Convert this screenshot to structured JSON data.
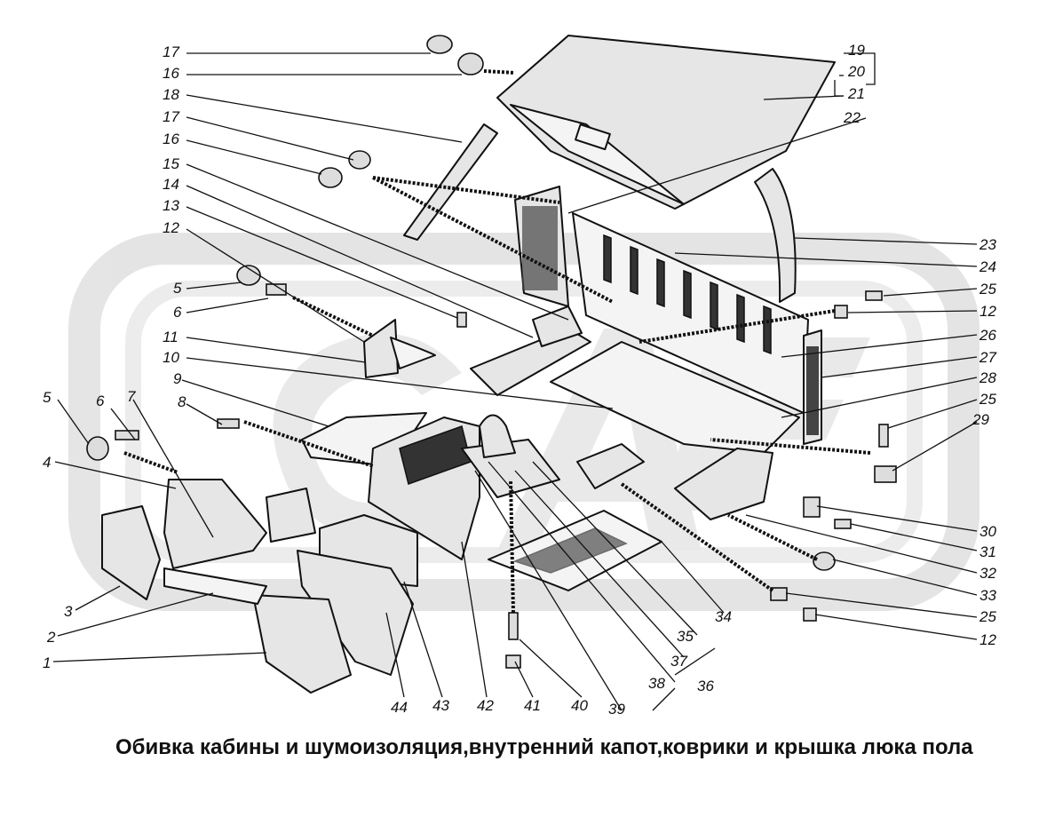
{
  "caption": "Обивка кабины и шумоизоляция,внутренний капот,коврики и крышка люка пола",
  "watermark": "GAZ",
  "callouts": {
    "n1": "1",
    "n2": "2",
    "n3": "3",
    "n4": "4",
    "n5a": "5",
    "n5b": "5",
    "n6a": "6",
    "n6b": "6",
    "n7": "7",
    "n8": "8",
    "n9": "9",
    "n10": "10",
    "n11": "11",
    "n12a": "12",
    "n12b": "12",
    "n12c": "12",
    "n13": "13",
    "n14": "14",
    "n15": "15",
    "n16a": "16",
    "n16b": "16",
    "n17a": "17",
    "n17b": "17",
    "n18": "18",
    "n19": "19",
    "n20": "20",
    "n21": "21",
    "n22": "22",
    "n23": "23",
    "n24": "24",
    "n25a": "25",
    "n25b": "25",
    "n25c": "25",
    "n26": "26",
    "n27": "27",
    "n28": "28",
    "n29": "29",
    "n30": "30",
    "n31": "31",
    "n32": "32",
    "n33": "33",
    "n34": "34",
    "n35": "35",
    "n36": "36",
    "n37": "37",
    "n38": "38",
    "n39": "39",
    "n40": "40",
    "n41": "41",
    "n42": "42",
    "n43": "43",
    "n44": "44"
  }
}
